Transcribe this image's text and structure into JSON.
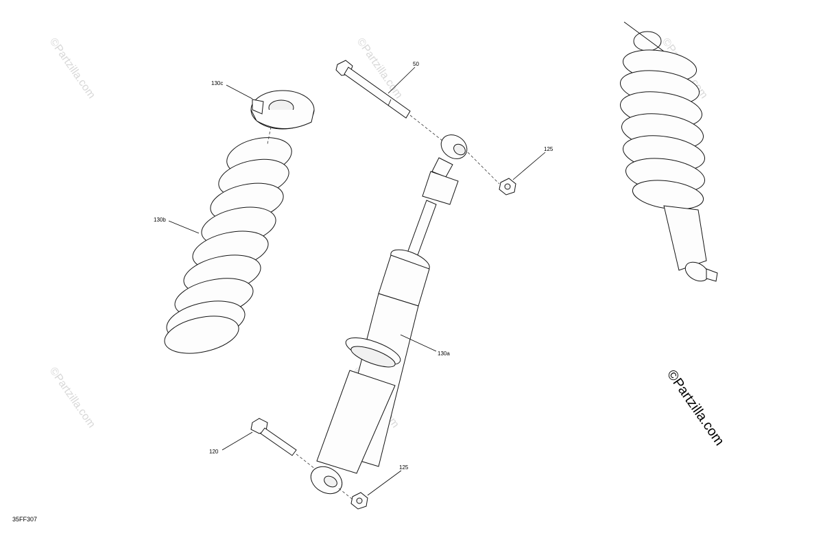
{
  "diagram_code": "35FF307",
  "callouts": {
    "c130c": "130c",
    "c130b": "130b",
    "c50": "50",
    "c125_top": "125",
    "c130a": "130a",
    "c120": "120",
    "c125_bottom": "125"
  },
  "watermarks": {
    "repeated": "©Partzilla.com",
    "main": "©Partzilla.com"
  }
}
